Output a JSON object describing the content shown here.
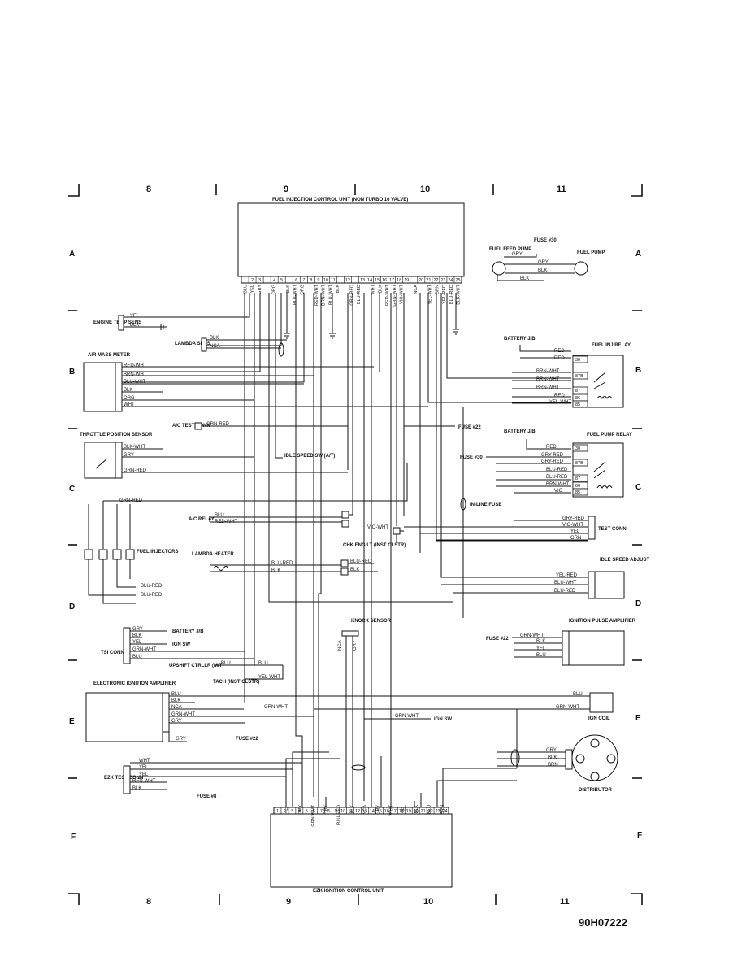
{
  "grid": {
    "cols_top": [
      "8",
      "9",
      "10",
      "11"
    ],
    "cols_bottom": [
      "8",
      "9",
      "10",
      "11"
    ],
    "rows_left": [
      "A",
      "B",
      "C",
      "D",
      "E",
      "F"
    ],
    "rows_right": [
      "A",
      "B",
      "C",
      "D",
      "E",
      "F"
    ]
  },
  "units": {
    "fuel_ecu": "FUEL INJECTION CONTROL UNIT (NON TURBO 16 VALVE)",
    "ezk_ecu": "EZK IGNITION CONTROL UNIT"
  },
  "fuel_ecu_pins": [
    "1",
    "2",
    "3",
    "",
    "4",
    "5",
    "",
    "6",
    "7",
    "8",
    "9",
    "10",
    "11",
    "",
    "12",
    "",
    "13",
    "14",
    "15",
    "16",
    "17",
    "18",
    "19",
    "",
    "20",
    "21",
    "22",
    "23",
    "24",
    "25"
  ],
  "fuel_ecu_wires": [
    "BLU",
    "YEL",
    "GRY",
    "",
    "ORG",
    "",
    "BLK",
    "BLU-WHT",
    "ORG",
    "",
    "RED-WHT",
    "BRN-WHT",
    "BLU-WHT",
    "BLK",
    "",
    "GRN-RED",
    "BLU-RED",
    "",
    "WHT",
    "BLK",
    "RED-WHT",
    "GRN-WHT",
    "VIO-WHT",
    "",
    "NCA",
    "",
    "YEL-WHT",
    "GRN",
    "YEL-RED",
    "BLU-RED",
    "BLK-WHT"
  ],
  "ezk_ecu_pins": [
    "1",
    "2",
    "3",
    "4",
    "5",
    "6",
    "7",
    "8",
    "9",
    "10",
    "11",
    "12",
    "13",
    "14",
    "15",
    "16",
    "17",
    "18",
    "19",
    "20",
    "21",
    "22",
    "23",
    "24"
  ],
  "ezk_ecu_wires": [
    "YEL",
    "GRY",
    "GRN-WHT",
    "GRY",
    "BLU-RED",
    "BLK",
    "NCA",
    "GRY",
    "WHT",
    "YEL",
    "BLK",
    "BLU",
    "BRN"
  ],
  "components": {
    "engine_temp": "ENGINE TEMP SENS",
    "lambda_sens": "LAMBDA SENS",
    "air_mass": "AIR MASS METER",
    "throttle": "THROTTLE POSITION SENSOR",
    "ac_test": "A/C TEST CONN",
    "idle_sw": "IDLE SPEED SW (A/T)",
    "fuel_inj": "FUEL INJECTORS",
    "ac_relay": "A/C RELAY",
    "lambda_heater": "LAMBDA HEATER",
    "chk_eng": "CHK ENG LT (INST CLSTR)",
    "inline_fuse": "IN-LINE FUSE",
    "fuse30_top": "FUSE #30",
    "fuel_feed_pump": "FUEL FEED PUMP",
    "fuel_pump": "FUEL PUMP",
    "battery_jb_1": "BATTERY J/B",
    "fuel_inj_relay": "FUEL INJ RELAY",
    "fuse22": "FUSE #22",
    "fuse30": "FUSE #30",
    "battery_jb_2": "BATTERY J/B",
    "fuel_pump_relay": "FUEL PUMP RELAY",
    "test_conn": "TEST CONN",
    "idle_adjust": "IDLE SPEED ADJUST",
    "knock": "KNOCK SENSOR",
    "ign_pulse": "IGNITION PULSE AMPLIFIER",
    "fuse22_b": "FUSE #22",
    "tsi": "TSI CONN",
    "battery_jb_3": "BATTERY J/B",
    "ign_sw": "IGN SW",
    "upshift": "UPSHIFT CTRLLR (M/T)",
    "tach": "TACH (INST CLSTR)",
    "eia": "ELECTRONIC IGNITION AMPLIFIER",
    "fuse22_c": "FUSE #22",
    "ign_sw_2": "IGN SW",
    "ign_coil": "IGN COIL",
    "distributor": "DISTRIBUTOR",
    "ezk_test": "EZK TEST CONN",
    "fuse8": "FUSE #8"
  },
  "wire_labels": {
    "yel": "YEL",
    "blk": "BLK",
    "nca": "NCA",
    "red_wht": "RED-WHT",
    "brn_wht": "BRN-WHT",
    "blu_wht": "BLU-WHT",
    "org": "ORG",
    "wht": "WHT",
    "blk_wht": "BLK-WHT",
    "gry": "GRY",
    "grn_red": "GRN-RED",
    "blu": "BLU",
    "blu_red": "BLU-RED",
    "vio_wht": "VIO-WHT",
    "red": "RED",
    "yel_wht": "YEL-WHT",
    "gry_red": "GRY-RED",
    "vio": "VIO",
    "grn": "GRN",
    "yel_red": "YEL-RED",
    "grn_wht": "GRN-WHT",
    "brn": "BRN"
  },
  "relay_pins": [
    "30",
    "87B",
    "87",
    "86",
    "85"
  ],
  "figure_id": "90H07222"
}
